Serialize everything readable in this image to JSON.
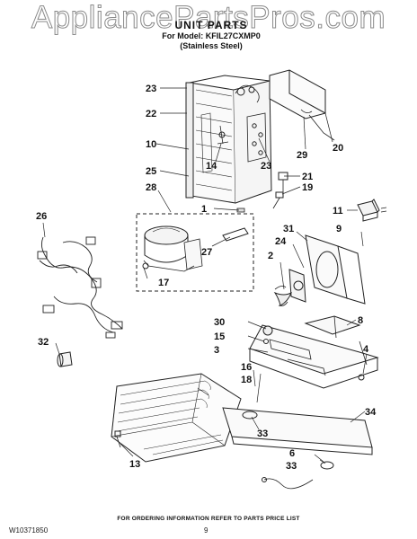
{
  "watermark": "AppliancePartsPros.com",
  "header": {
    "title": "UNIT PARTS",
    "model_line": "For Model: KFIL27CXMP0",
    "variant_line": "(Stainless Steel)"
  },
  "callouts": {
    "c23a": "23",
    "c22": "22",
    "c10": "10",
    "c25": "25",
    "c28": "28",
    "c14": "14",
    "c23b": "23",
    "c29": "29",
    "c20": "20",
    "c21": "21",
    "c19": "19",
    "c1": "1",
    "c11": "11",
    "c26": "26",
    "c27": "27",
    "c17": "17",
    "c31": "31",
    "c24": "24",
    "c9": "9",
    "c2": "2",
    "c30": "30",
    "c8": "8",
    "c15": "15",
    "c3": "3",
    "c4": "4",
    "c32": "32",
    "c16": "16",
    "c18": "18",
    "c34": "34",
    "c33a": "33",
    "c13": "13",
    "c6": "6",
    "c33b": "33"
  },
  "footer": {
    "ordering_note": "FOR ORDERING INFORMATION REFER TO PARTS PRICE LIST",
    "doc_number": "W10371850",
    "page_number": "9"
  },
  "colors": {
    "line": "#222222",
    "watermark_outline": "#8a8a8a"
  }
}
